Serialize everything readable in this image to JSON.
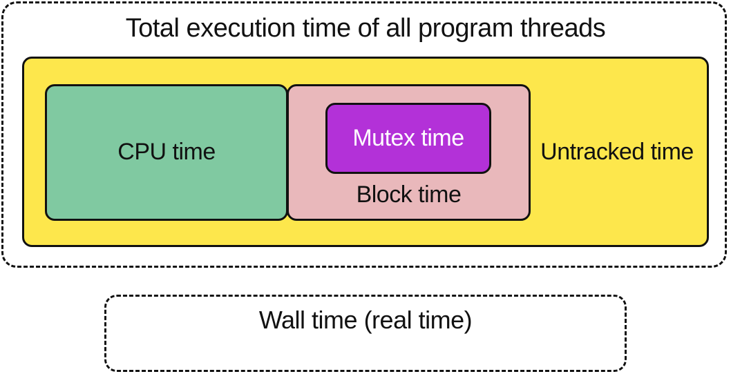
{
  "diagram": {
    "title": "Total execution time of all program threads",
    "cpu_label": "CPU time",
    "mutex_label": "Mutex time",
    "block_label": "Block time",
    "untracked_label": "Untracked time",
    "wall_label": "Wall time (real time)",
    "colors": {
      "yellow": "#fde74c",
      "green": "#80c9a1",
      "pink": "#e9b8bb",
      "purple": "#b331d8"
    }
  }
}
